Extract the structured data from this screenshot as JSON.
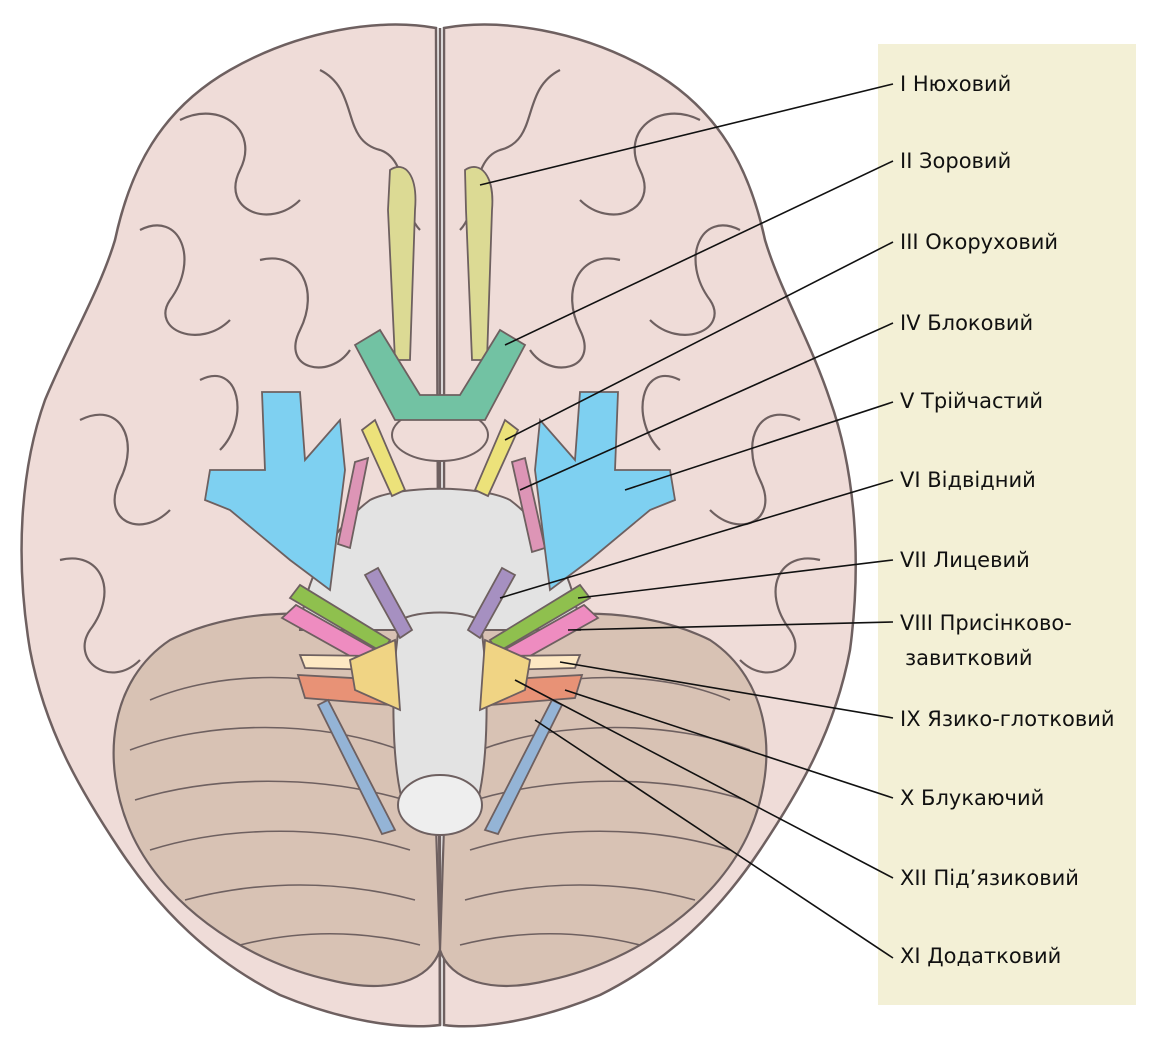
{
  "colors": {
    "panel": "#f3f0d6",
    "cerebrum": "#efdcd8",
    "cerebrum_outline": "#6e6060",
    "cerebellum": "#d8c2b4",
    "brainstem": "#e3e3e3",
    "olfactory": "#dcda94",
    "optic": "#72c2a3",
    "oculomotor": "#ece27a",
    "trochlear": "#dd95b6",
    "trigeminal": "#7ed0f1",
    "abducens": "#a690c1",
    "facial": "#8fc04e",
    "vestibulocochlear": "#ee8cc0",
    "glossopharyngeal": "#fde8c3",
    "vagus": "#e89276",
    "hypoglossal": "#94b4d6",
    "accessory": "#f0d484"
  },
  "labels": [
    {
      "key": "olfactory",
      "text": "I Нюховий"
    },
    {
      "key": "optic",
      "text": "II Зоровий"
    },
    {
      "key": "oculomotor",
      "text": "III Окоруховий"
    },
    {
      "key": "trochlear",
      "text": "IV Блоковий"
    },
    {
      "key": "trigeminal",
      "text": "V Трійчастий"
    },
    {
      "key": "abducens",
      "text": "VI Відвідний"
    },
    {
      "key": "facial",
      "text": "VII Лицевий"
    },
    {
      "key": "vestibulocochlear",
      "text": "VIII Присінково-"
    },
    {
      "key": "vestibulocochlear_2",
      "text": "завитковий"
    },
    {
      "key": "glossopharyngeal",
      "text": "IX Язико-глотковий"
    },
    {
      "key": "vagus",
      "text": "X Блукаючий"
    },
    {
      "key": "hypoglossal",
      "text": "XII Під’язиковий"
    },
    {
      "key": "accessory",
      "text": "XI  Додатковий"
    }
  ]
}
